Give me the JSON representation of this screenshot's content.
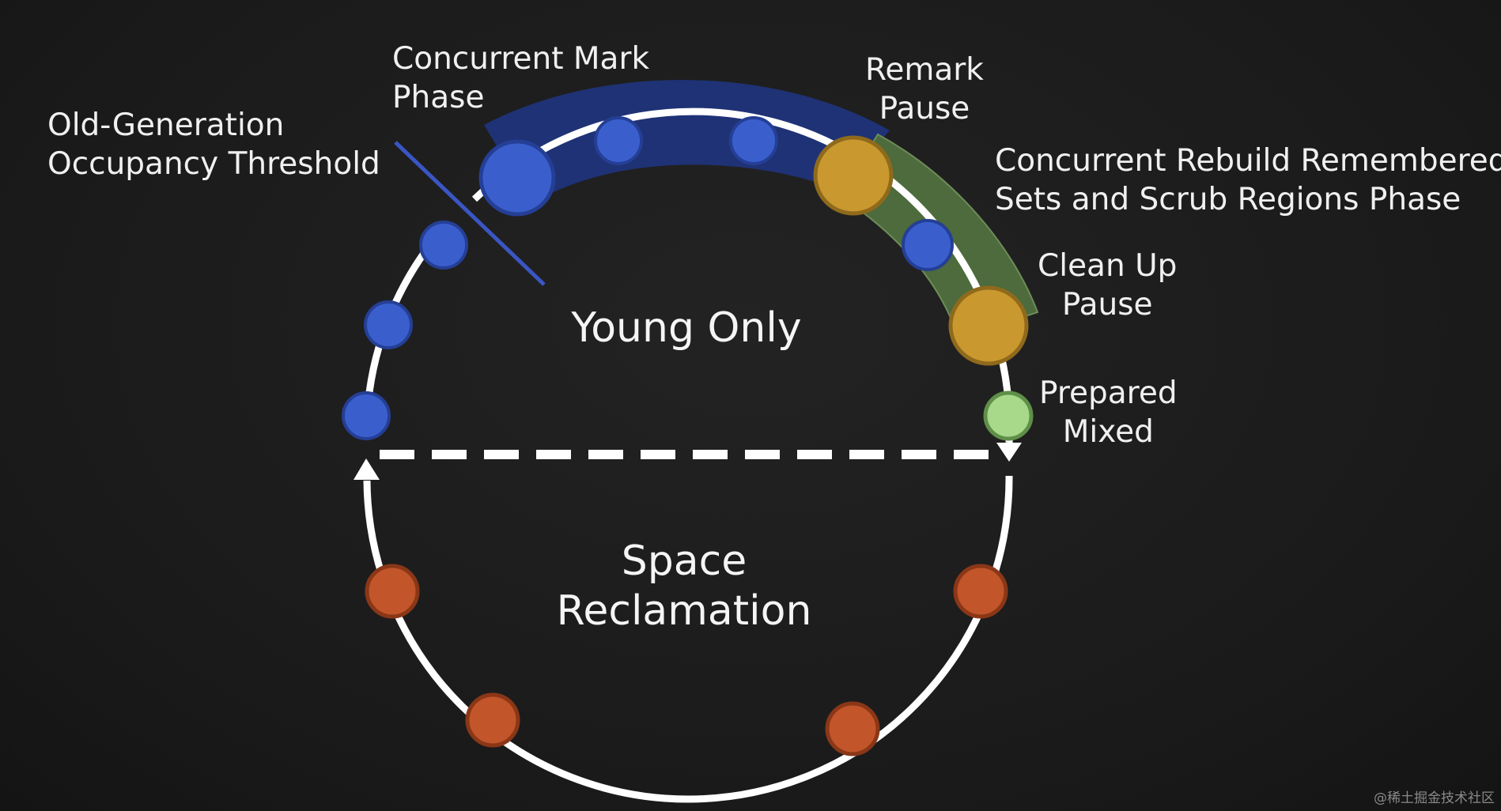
{
  "labels": {
    "threshold_line1": "Old-Generation",
    "threshold_line2": "Occupancy Threshold",
    "concurrent_mark_line1": "Concurrent Mark",
    "concurrent_mark_line2": "Phase",
    "remark_line1": "Remark",
    "remark_line2": "Pause",
    "rebuild_line1": "Concurrent Rebuild Remembered",
    "rebuild_line2": "Sets and Scrub Regions Phase",
    "cleanup_line1": "Clean Up",
    "cleanup_line2": "Pause",
    "prepared_line1": "Prepared",
    "prepared_line2": "Mixed",
    "young_only": "Young Only",
    "space_line1": "Space",
    "space_line2": "Reclamation",
    "watermark": "@稀土掘金技术社区"
  },
  "colors": {
    "young_dot": "#3a5fcd",
    "pause_dot": "#c9982f",
    "mixed_prepared_dot": "#a8d88a",
    "reclamation_dot": "#c2552a",
    "mark_band": "#1f3275",
    "rebuild_band": "#4d6b3c",
    "threshold_line": "#3a56c4"
  }
}
